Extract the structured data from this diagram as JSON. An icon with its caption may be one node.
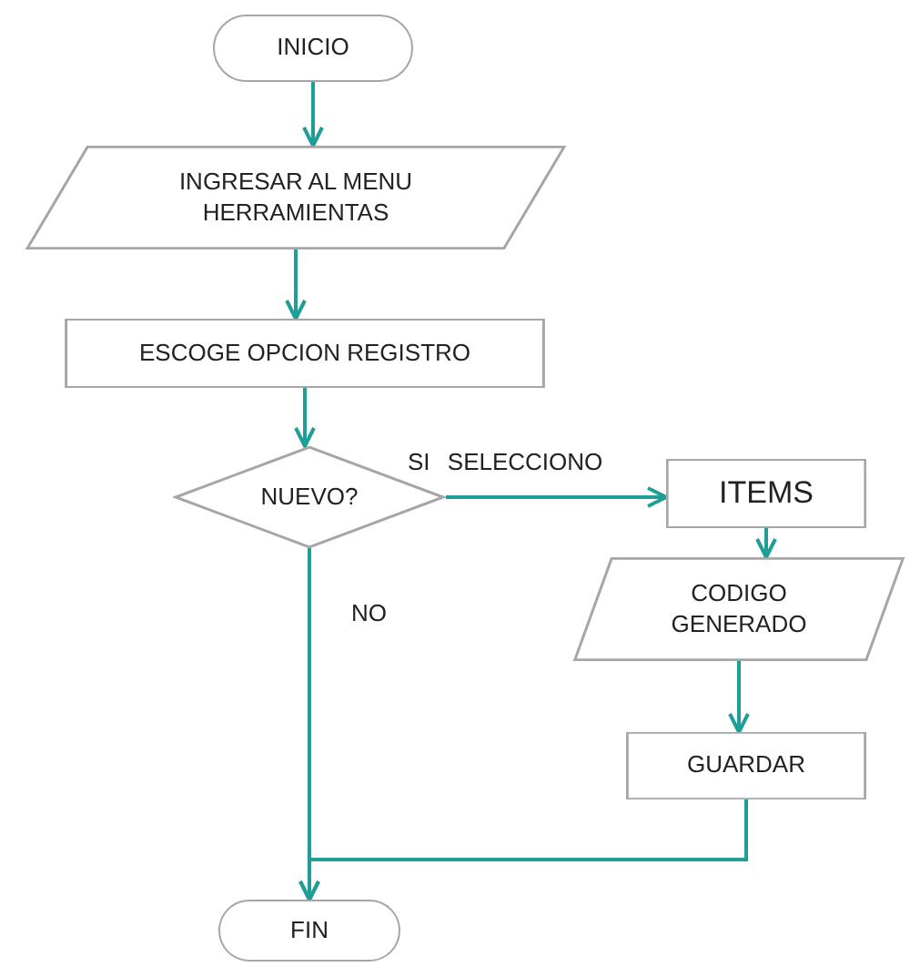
{
  "diagram": {
    "nodes": [
      {
        "text": [
          "INICIO"
        ]
      },
      {
        "text": [
          "INGRESAR AL MENU HERRAMIENTAS"
        ]
      },
      {
        "text": [
          "ESCOGE OPCION REGISTRO"
        ]
      },
      {
        "text": [
          "NUEVO?"
        ]
      },
      {
        "text": [
          "ITEMS"
        ]
      },
      {
        "text": [
          "CODIGO GENERADO"
        ]
      },
      {
        "text": [
          "GUARDAR"
        ]
      },
      {
        "text": [
          "FIN"
        ]
      }
    ],
    "edges": [
      {
        "from": 0,
        "to": 1,
        "arrow": "to"
      },
      {
        "from": 1,
        "to": 2,
        "arrow": "to"
      },
      {
        "from": 2,
        "to": 3,
        "arrow": "to"
      },
      {
        "from": 3,
        "to": 4,
        "arrow": "to",
        "label": "SI SELECCIONO"
      },
      {
        "from": 4,
        "to": 5,
        "arrow": "to"
      },
      {
        "from": 5,
        "to": 6,
        "arrow": "to"
      },
      {
        "from": 3,
        "to": 7,
        "arrow": "to",
        "label": "NO"
      },
      {
        "from": 6,
        "to": 7,
        "arrow": "to"
      }
    ]
  }
}
